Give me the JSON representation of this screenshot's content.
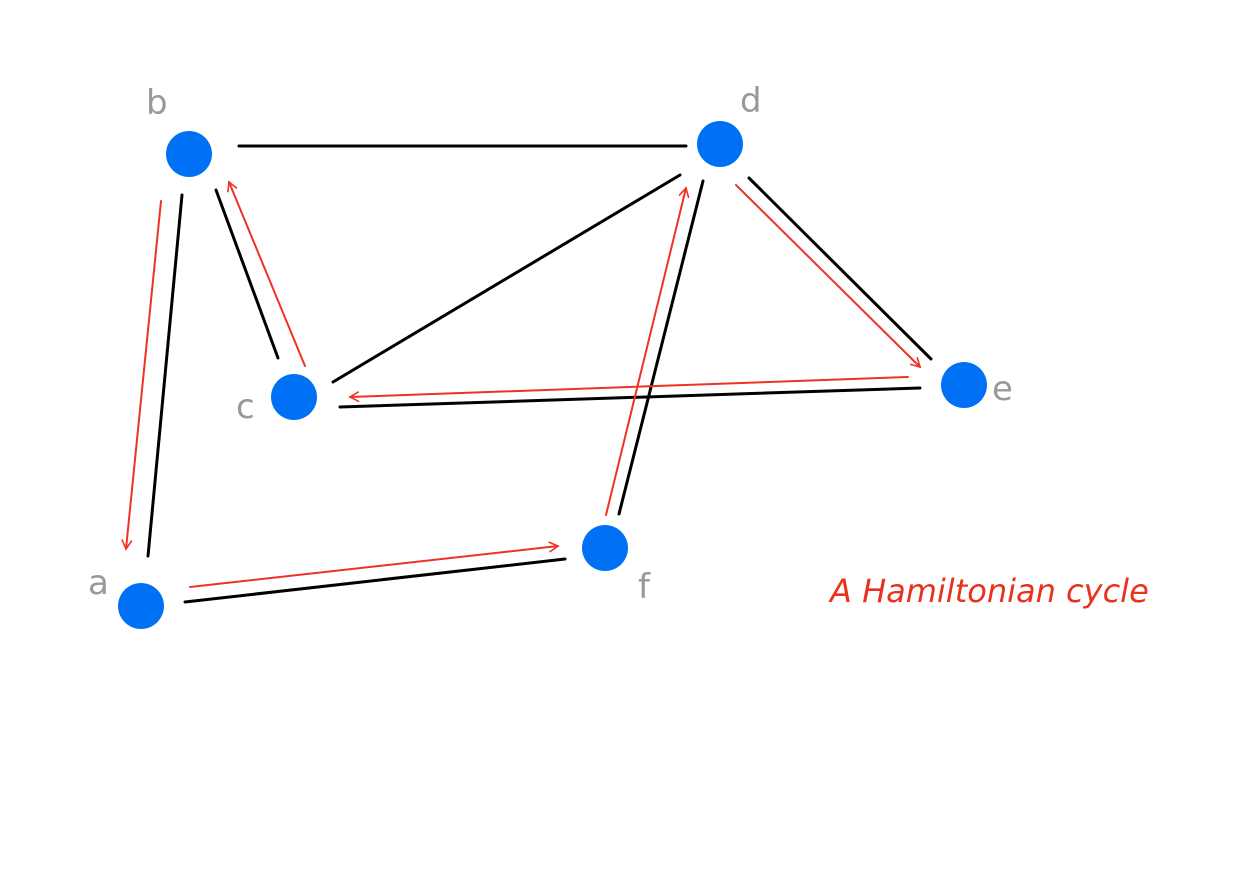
{
  "caption": "A Hamiltonian cycle",
  "colors": {
    "node": "#0070f5",
    "edge": "#000000",
    "cycle": "#ee3224",
    "label": "#999999"
  },
  "nodes": [
    {
      "id": "a",
      "label": "a"
    },
    {
      "id": "b",
      "label": "b"
    },
    {
      "id": "c",
      "label": "c"
    },
    {
      "id": "d",
      "label": "d"
    },
    {
      "id": "e",
      "label": "e"
    },
    {
      "id": "f",
      "label": "f"
    }
  ],
  "edges": [
    [
      "b",
      "d"
    ],
    [
      "b",
      "a"
    ],
    [
      "b",
      "c"
    ],
    [
      "c",
      "d"
    ],
    [
      "d",
      "f"
    ],
    [
      "d",
      "e"
    ],
    [
      "c",
      "e"
    ],
    [
      "a",
      "f"
    ]
  ],
  "cycle": [
    [
      "b",
      "a"
    ],
    [
      "a",
      "f"
    ],
    [
      "f",
      "d"
    ],
    [
      "d",
      "e"
    ],
    [
      "e",
      "c"
    ],
    [
      "c",
      "b"
    ]
  ]
}
